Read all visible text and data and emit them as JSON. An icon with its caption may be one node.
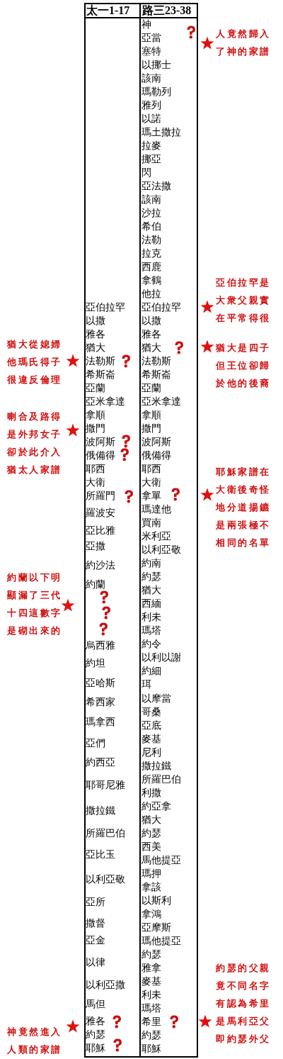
{
  "diagram": {
    "labels": [
      "太一1-17",
      "路三23-38",
      "亞伯拉罕",
      "以撒",
      "雅各",
      "猶大",
      "法勒斯",
      "希斯崙",
      "亞蘭",
      "亞米拿達",
      "拿順",
      "撒門",
      "波阿斯",
      "俄備得",
      "耶西",
      "大衛",
      "所羅門",
      "羅波安",
      "亞比雅",
      "亞撒",
      "約沙法",
      "約蘭",
      "烏西雅",
      "約坦",
      "亞哈斯",
      "希西家",
      "瑪拿西",
      "亞們",
      "約西亞",
      "耶哥尼雅",
      "撒拉鐵",
      "所羅巴伯",
      "亞比玉",
      "以利亞敬",
      "亞所",
      "撒督",
      "亞金",
      "以律",
      "以利亞撒",
      "馬但",
      "雅各",
      "約瑟",
      "耶穌",
      "神",
      "亞當",
      "塞特",
      "以挪士",
      "該南",
      "瑪勒列",
      "雅列",
      "以諾",
      "瑪土撒拉",
      "拉麥",
      "挪亞",
      "閃",
      "亞法撒",
      "該南",
      "沙拉",
      "希伯",
      "法勒",
      "拉克",
      "西鹿",
      "拿鶴",
      "他拉",
      "亞伯拉罕",
      "以撒",
      "雅各",
      "猶大",
      "法勒斯",
      "希斯崙",
      "亞蘭",
      "亞米拿達",
      "拿順",
      "撒門",
      "波阿斯",
      "俄備得",
      "耶西",
      "大衛",
      "拿單",
      "瑪達他",
      "買南",
      "米利亞",
      "以利亞敬",
      "約南",
      "約瑟",
      "猶大",
      "西緬",
      "利未",
      "瑪塔",
      "約令",
      "以利以謝",
      "約細",
      "珥",
      "以摩當",
      "哥桑",
      "亞底",
      "麥基",
      "尼利",
      "撒拉鐵",
      "所羅巴伯",
      "利撒",
      "約亞拿",
      "猶大",
      "約瑟",
      "西美",
      "馬他提亞",
      "瑪押",
      "拿該",
      "以斯利",
      "拿鴻",
      "亞摩斯",
      "瑪他提亞",
      "約瑟",
      "雅拿",
      "麥基",
      "利未",
      "瑪塔",
      "希里",
      "約瑟",
      "耶穌",
      "人竟然歸入了神的家譜",
      "亞伯拉罕是大衆父親實在平常得很",
      "猶大從媳婦他瑪氏得子很違反倫理",
      "猶大是四子但王位卻歸於他的後裔",
      "喇合及路得是外邦女子卻於此介入猶太人家譜",
      "耶穌家譜在大衛後奇怪地分道揚鑣是兩張極不相同的名單",
      "約蘭以下明顯漏了三代十四這數字是砌出來的",
      "約瑟的父親竟不同名字有認為希里是馬利亞父即約瑟外父",
      "神竟然進入人類的家譜"
    ]
  }
}
